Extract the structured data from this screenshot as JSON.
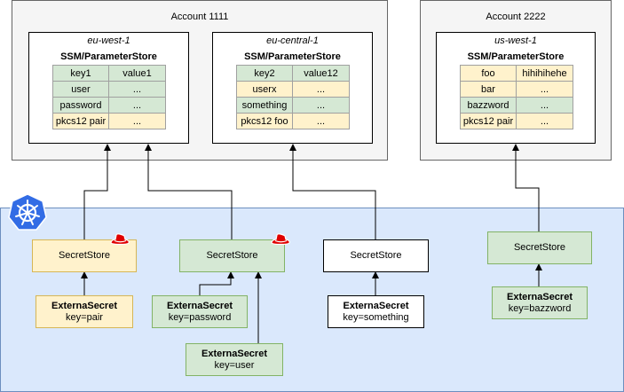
{
  "accounts": [
    {
      "title": "Account 1111",
      "regions": [
        {
          "name": "eu-west-1",
          "store_title": "SSM/ParameterStore",
          "rows": [
            {
              "key": "key1",
              "value": "value1",
              "color": "green"
            },
            {
              "key": "user",
              "value": "...",
              "color": "green"
            },
            {
              "key": "password",
              "value": "...",
              "color": "green"
            },
            {
              "key": "pkcs12 pair",
              "value": "...",
              "color": "yellow"
            }
          ]
        }
      ]
    },
    {
      "title": "Account 2222",
      "regions": [
        {
          "name": "us-west-1",
          "store_title": "SSM/ParameterStore",
          "rows": [
            {
              "key": "foo",
              "value": "hihihihehe",
              "color": "yellow"
            },
            {
              "key": "bar",
              "value": "...",
              "color": "yellow"
            },
            {
              "key": "bazzword",
              "value": "...",
              "color": "green"
            },
            {
              "key": "pkcs12 pair",
              "value": "...",
              "color": "yellow"
            }
          ]
        }
      ]
    }
  ],
  "region_central": {
    "name": "eu-central-1",
    "store_title": "SSM/ParameterStore",
    "rows": [
      {
        "key": "key2",
        "value": "value12",
        "color": "green"
      },
      {
        "key": "userx",
        "value": "...",
        "color": "yellow"
      },
      {
        "key": "something",
        "value": "...",
        "color": "green"
      },
      {
        "key": "pkcs12 foo",
        "value": "...",
        "color": "yellow"
      }
    ]
  },
  "secret_stores": [
    {
      "label": "SecretStore",
      "color": "yellow"
    },
    {
      "label": "SecretStore",
      "color": "green"
    },
    {
      "label": "SecretStore",
      "color": "white"
    },
    {
      "label": "SecretStore",
      "color": "green"
    }
  ],
  "external_secrets": [
    {
      "title": "ExternaSecret",
      "key": "key=pair",
      "color": "yellow"
    },
    {
      "title": "ExternaSecret",
      "key": "key=password",
      "color": "green"
    },
    {
      "title": "ExternaSecret",
      "key": "key=user",
      "color": "green"
    },
    {
      "title": "ExternaSecret",
      "key": "key=something",
      "color": "white"
    },
    {
      "title": "ExternaSecret",
      "key": "key=bazzword",
      "color": "green"
    }
  ],
  "icons": {
    "cluster": "kubernetes-icon",
    "store_marker": "red-hat-icon",
    "k8s_color": "#326ce5",
    "hat_color": "#e00000"
  }
}
